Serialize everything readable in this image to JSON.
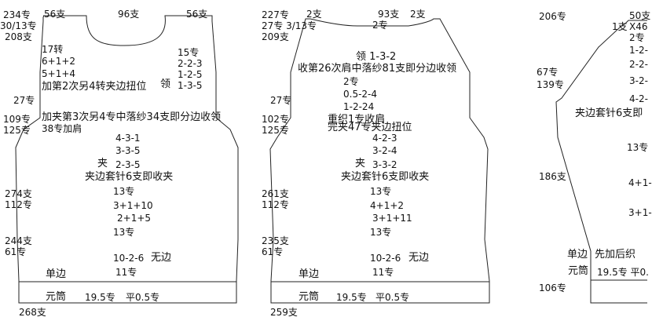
{
  "panel1": {
    "top_stitch_left": "234专",
    "top_stitch_left_sub": "30/13专",
    "shoulder_left_count": "208支",
    "shoulder_left_w": "56支",
    "neck_w": "96支",
    "shoulder_right_w": "56支",
    "turn_17": "17转",
    "r1": "6+1+2",
    "r2": "5+1+4",
    "r_note": "加第2次另4转夹边扭位",
    "right_15": "15专",
    "rr1": "2-2-3",
    "rr2": "1-2-5",
    "collar": "领",
    "rr3": "1-3-5",
    "rows_27": "27专",
    "rows_109": "109专",
    "rows_125": "125专",
    "armhole_note": "加夹第3次另4专中落纱34支即分边收领",
    "add_shoulder": "38专加肩",
    "a1": "4-3-1",
    "a2": "3-3-5",
    "a_jia": "夹",
    "a3": "2-3-5",
    "a_note": "夹边套针6支即收夹",
    "b13a": "13专",
    "b1": "3+1+10",
    "b2": "2+1+5",
    "b13b": "13专",
    "side_274": "274支",
    "side_112": "112专",
    "side_244": "244支",
    "side_61": "61专",
    "hem_rule": "10-2-6",
    "hem_no_edge": "无边",
    "hem_11": "11专",
    "single_edge": "单边",
    "tube": "元筒",
    "tube_rows": "19.5专",
    "flat_rows": "平0.5专",
    "bottom_count": "268支"
  },
  "panel2": {
    "top_stitch_left": "227专",
    "top_stitch_left_sub": "27专 3/13专",
    "shoulder_left_count": "209支",
    "top_2": "2支",
    "top_93": "93支",
    "top_2b": "2支",
    "top_2c": "2专",
    "collar": "领 1-3-2",
    "collar_note": "收第26次肩中落纱81支即分边收领",
    "c_2": "2专",
    "c1": "0.5-2-4",
    "c2": "1-2-24",
    "rows_27": "27专",
    "rows_102": "102专",
    "rows_125": "125专",
    "redo": "重织1专收肩",
    "finish": "完夹47专夹边扭位",
    "a1": "4-2-3",
    "a2": "3-2-4",
    "a_jia": "夹",
    "a3": "3-3-2",
    "a_note": "夹边套针6支即收夹",
    "b13a": "13专",
    "b1": "4+1+2",
    "b2": "3+1+11",
    "b13b": "13专",
    "side_261": "261支",
    "side_112": "112专",
    "side_235": "235支",
    "side_61": "61专",
    "hem_rule": "10-2-6",
    "hem_no_edge": "无边",
    "hem_11": "11专",
    "single_edge": "单边",
    "tube": "元筒",
    "tube_rows": "19.5专",
    "flat_rows": "平0.5专",
    "bottom_count": "259支"
  },
  "panel3": {
    "top_206": "206专",
    "top_50": "50支",
    "top_1": "1支",
    "top_x46": "X46",
    "r_2": "2专",
    "r1": "1-2-",
    "r2": "2-2-",
    "r3": "3-2-",
    "r4": "4-2-",
    "side_67": "67专",
    "side_139": "139专",
    "sleeve_note": "夹边套针6支即",
    "r13a": "13专",
    "side_186": "186支",
    "r5": "4+1-",
    "r6": "3+1-",
    "single_edge": "单边",
    "add_back": "先加后织",
    "tube": "元筒",
    "tube_rows": "19.5专 平0.",
    "bottom_106": "106专"
  }
}
